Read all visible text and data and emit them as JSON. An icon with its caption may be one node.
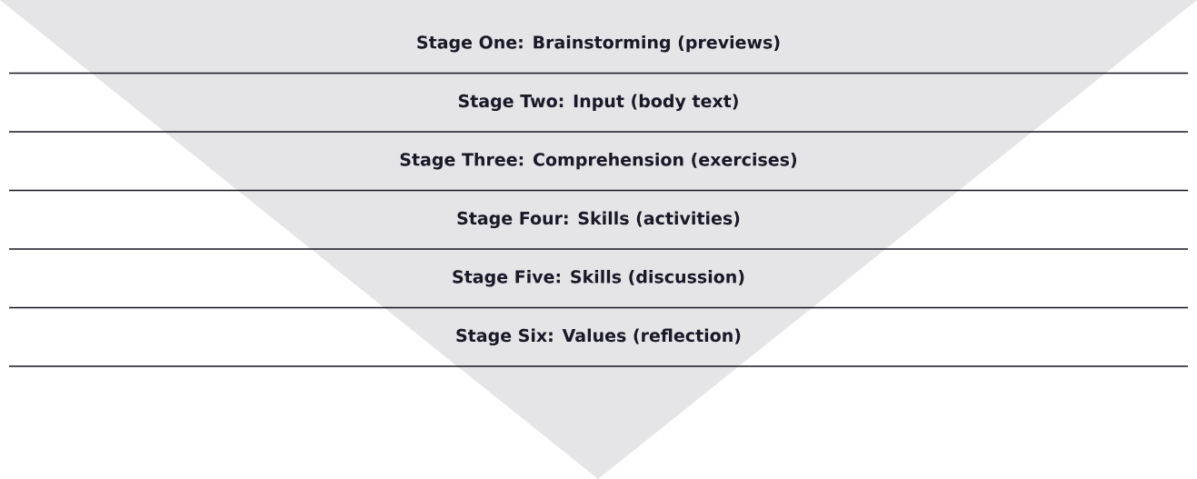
{
  "diagram": {
    "nodes": [
      {
        "text": [
          "Stage One: Brainstorming (previews)"
        ]
      },
      {
        "text": [
          "Stage Two: Input (body text)"
        ]
      },
      {
        "text": [
          "Stage Three: Comprehension (exercises)"
        ]
      },
      {
        "text": [
          "Stage Four: Skills (activities)"
        ]
      },
      {
        "text": [
          "Stage Five: Skills (discussion)"
        ]
      },
      {
        "text": [
          "Stage Six: Values (reflection)"
        ]
      }
    ]
  }
}
